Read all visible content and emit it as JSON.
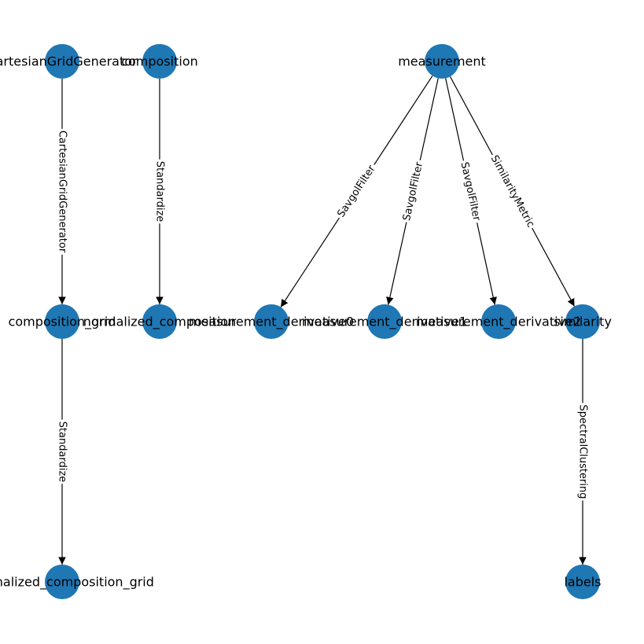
{
  "colors": {
    "node": "#1f77b4",
    "edge": "#000000",
    "background": "#ffffff"
  },
  "nodes": [
    {
      "id": "cartesian",
      "label": "CartesianGridGenerator"
    },
    {
      "id": "composition",
      "label": "composition"
    },
    {
      "id": "measurement",
      "label": "measurement"
    },
    {
      "id": "composition_grid",
      "label": "composition_grid"
    },
    {
      "id": "normalized_composition",
      "label": "normalized_composition"
    },
    {
      "id": "measurement_derivative0",
      "label": "measurement_derivative0"
    },
    {
      "id": "measurement_derivative1",
      "label": "measurement_derivative1"
    },
    {
      "id": "measurement_derivative2",
      "label": "measurement_derivative2"
    },
    {
      "id": "similarity",
      "label": "similarity"
    },
    {
      "id": "normalized_composition_grid",
      "label": "normalized_composition_grid"
    },
    {
      "id": "labels",
      "label": "labels"
    }
  ],
  "edges": [
    {
      "from": "cartesian",
      "to": "composition_grid",
      "label": "CartesianGridGenerator"
    },
    {
      "from": "composition",
      "to": "normalized_composition",
      "label": "Standardize"
    },
    {
      "from": "measurement",
      "to": "measurement_derivative0",
      "label": "SavgolFilter"
    },
    {
      "from": "measurement",
      "to": "measurement_derivative1",
      "label": "SavgolFilter"
    },
    {
      "from": "measurement",
      "to": "measurement_derivative2",
      "label": "SavgolFilter"
    },
    {
      "from": "measurement",
      "to": "similarity",
      "label": "SimilarityMetric"
    },
    {
      "from": "composition_grid",
      "to": "normalized_composition_grid",
      "label": "Standardize"
    },
    {
      "from": "similarity",
      "to": "labels",
      "label": "SpectralClustering"
    }
  ]
}
